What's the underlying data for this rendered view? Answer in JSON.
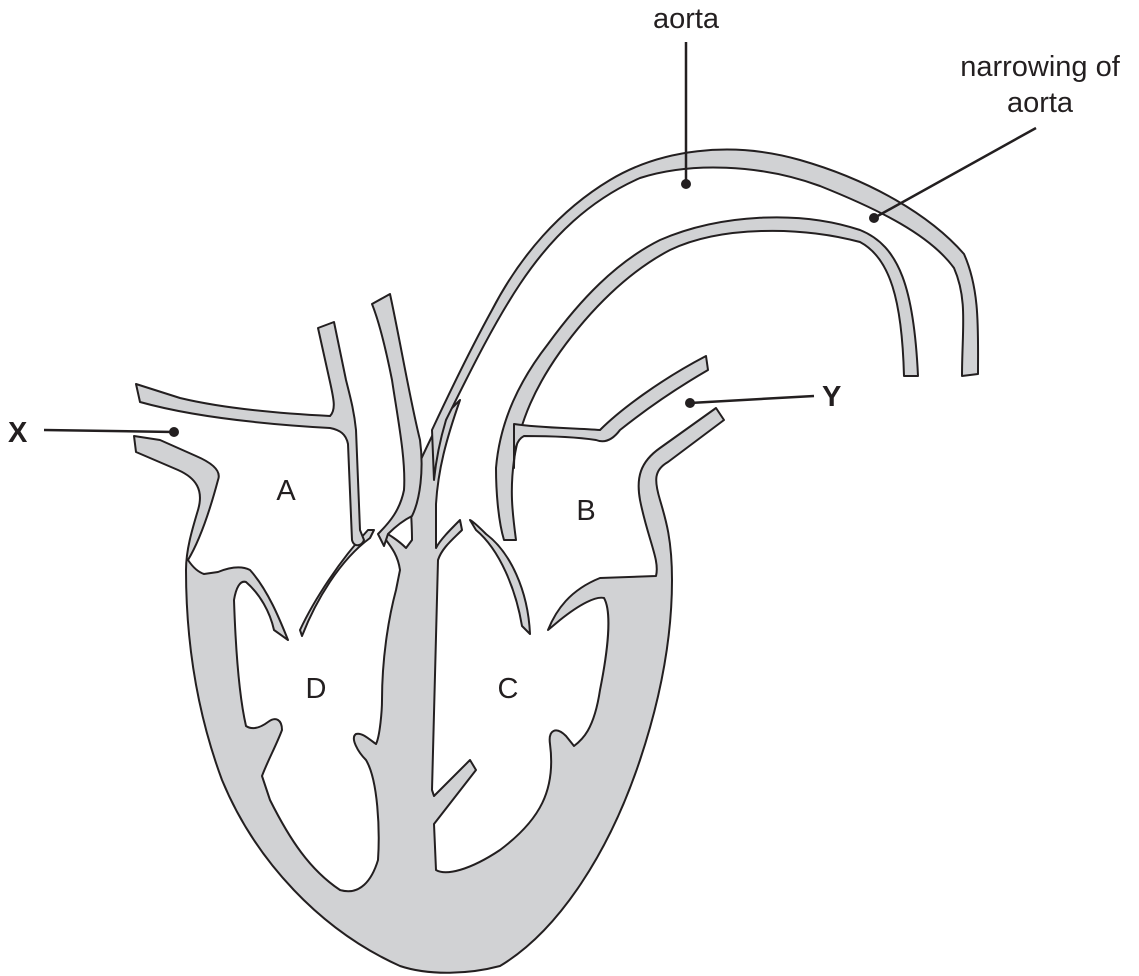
{
  "diagram": {
    "labels": {
      "aorta": "aorta",
      "narrowing_line1": "narrowing of",
      "narrowing_line2": "aorta",
      "x": "X",
      "y": "Y",
      "a": "A",
      "b": "B",
      "c": "C",
      "d": "D"
    },
    "colors": {
      "tissue_fill": "#d1d2d4",
      "outline": "#231f20",
      "text": "#231f20"
    }
  }
}
